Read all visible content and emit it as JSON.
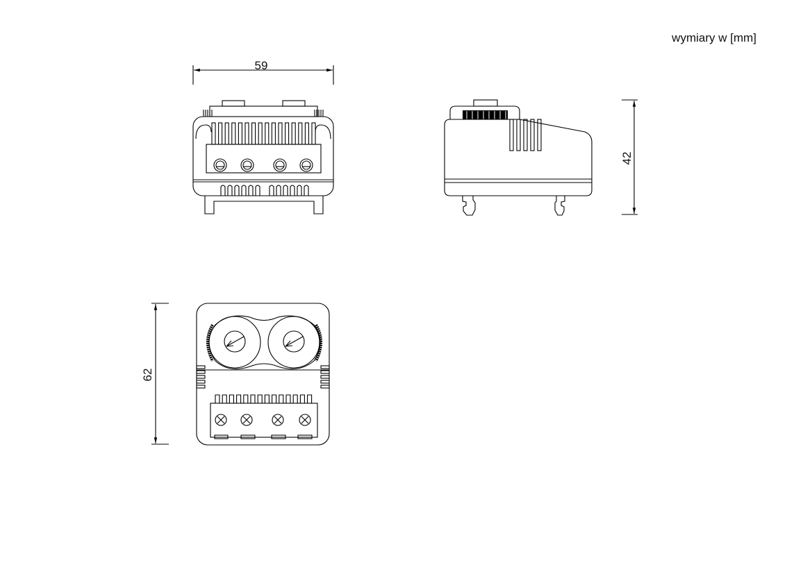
{
  "units_note": "wymiary w [mm]",
  "dimensions": {
    "width": "59",
    "height": "42",
    "depth": "62"
  },
  "colors": {
    "line": "#000000",
    "background": "#ffffff"
  }
}
